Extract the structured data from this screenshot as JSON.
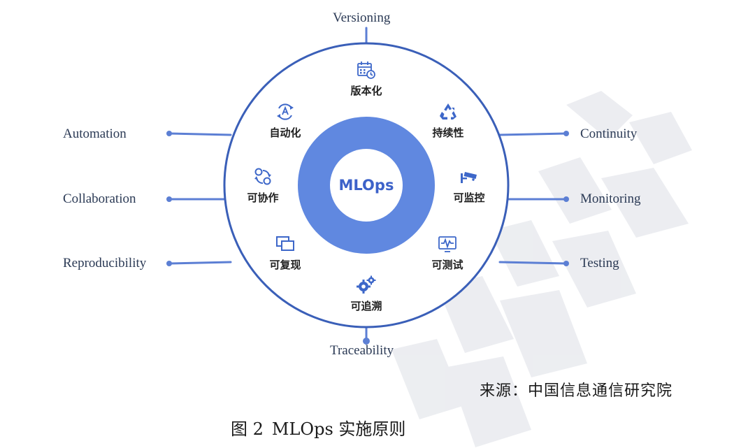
{
  "diagram": {
    "hub": "MLOps",
    "outer_labels": {
      "top": "Versioning",
      "bottom": "Traceability",
      "left": [
        "Automation",
        "Collaboration",
        "Reproducibility"
      ],
      "right": [
        "Continuity",
        "Monitoring",
        "Testing"
      ]
    },
    "inner_items": [
      {
        "label": "版本化",
        "icon": "calendar-clock-icon"
      },
      {
        "label": "持续性",
        "icon": "recycle-icon"
      },
      {
        "label": "可监控",
        "icon": "security-camera-icon"
      },
      {
        "label": "可测试",
        "icon": "monitor-pulse-icon"
      },
      {
        "label": "可追溯",
        "icon": "gears-icon"
      },
      {
        "label": "可复现",
        "icon": "stacked-windows-icon"
      },
      {
        "label": "可协作",
        "icon": "collaboration-cycle-icon"
      },
      {
        "label": "自动化",
        "icon": "auto-cycle-icon"
      }
    ],
    "colors": {
      "ring": "#6088e0",
      "ring_stroke": "#3a5fb8",
      "connector": "#5c7fd4",
      "icon": "#3d67c9"
    }
  },
  "source": "来源：中国信息通信研究院",
  "caption": {
    "figure_no": "图 2",
    "title": "MLOps 实施原则"
  },
  "watermark_icon": "watermark-logo-icon"
}
